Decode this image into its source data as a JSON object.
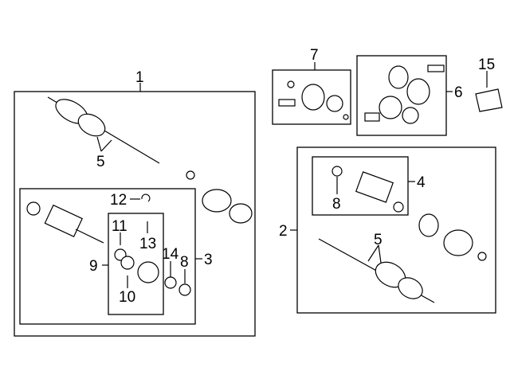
{
  "diagram": {
    "callouts": {
      "c1": "1",
      "c2": "2",
      "c3": "3",
      "c4": "4",
      "c5a": "5",
      "c5b": "5",
      "c6": "6",
      "c7": "7",
      "c8a": "8",
      "c8b": "8",
      "c9": "9",
      "c10": "10",
      "c11": "11",
      "c12": "12",
      "c13": "13",
      "c14": "14",
      "c15": "15"
    }
  }
}
